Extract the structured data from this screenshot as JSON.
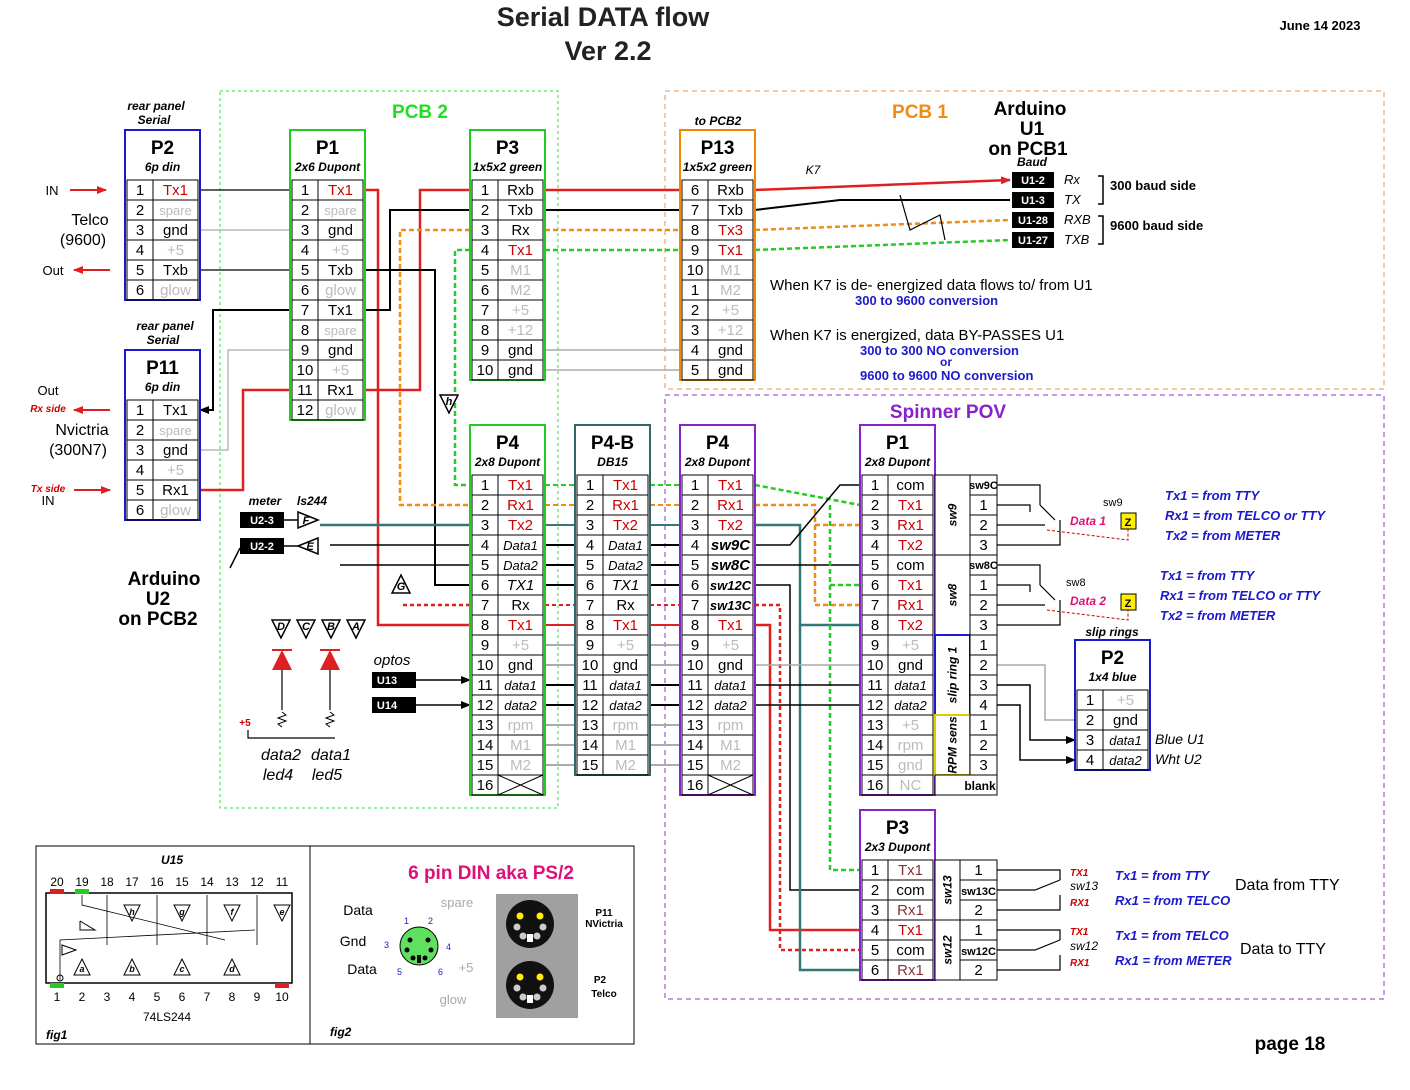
{
  "title_line1": "Serial DATA flow",
  "title_line2": "Ver 2.2",
  "date": "June 14 2023",
  "page": "page 18",
  "pcb2_label": "PCB 2",
  "pcb1_label": "PCB 1",
  "spinner_label": "Spinner POV",
  "arduino_u1": [
    "Arduino",
    "U1",
    "on PCB1"
  ],
  "arduino_u2": [
    "Arduino",
    "U2",
    "on PCB2"
  ],
  "baud_label": "Baud",
  "rear_panel_p2": [
    "rear panel",
    "Serial"
  ],
  "rear_panel_p11": [
    "rear panel",
    "Serial"
  ],
  "telco_label": [
    "Telco",
    "(9600)"
  ],
  "nvictria_label": [
    "Nvictria",
    "(300N7)"
  ],
  "in_label": "IN",
  "out_label": "Out",
  "rx_side": "Rx side",
  "tx_side": "Tx side",
  "k7_label": "K7",
  "to_pcb2": "to PCB2",
  "k7_note1": "When K7 is de- energized data flows to/ from  U1",
  "k7_note1b": "300 to 9600 conversion",
  "k7_note2": "When K7 is energized, data BY-PASSES U1",
  "k7_note2b": "300 to 300 NO conversion",
  "k7_note2c": "or",
  "k7_note2d": "9600 to 9600 NO conversion",
  "baud_300": "300 baud side",
  "baud_9600": "9600 baud side",
  "u1_pins": [
    {
      "label": "U1-2",
      "sig": "Rx"
    },
    {
      "label": "U1-3",
      "sig": "TX"
    },
    {
      "label": "U1-28",
      "sig": "RXB"
    },
    {
      "label": "U1-27",
      "sig": "TXB"
    }
  ],
  "u2_pins": [
    "U2-3",
    "U2-2"
  ],
  "meter": "meter",
  "ls244": "ls244",
  "optos": "optos",
  "u13": "U13",
  "u14": "U14",
  "led_labels": [
    "data2",
    "led4",
    "data1",
    "led5"
  ],
  "plus5": "+5",
  "connectors": [
    {
      "name": "P2",
      "sub": "6p din",
      "color": "#1a1acc",
      "pins": [
        {
          "n": "1",
          "s": "Tx1",
          "c": "#cc0000"
        },
        {
          "n": "2",
          "s": "spare",
          "c": "#bbbbbb"
        },
        {
          "n": "3",
          "s": "gnd",
          "c": "#000000"
        },
        {
          "n": "4",
          "s": "+5",
          "c": "#bbbbbb"
        },
        {
          "n": "5",
          "s": "Txb",
          "c": "#000000"
        },
        {
          "n": "6",
          "s": "glow",
          "c": "#bbbbbb"
        }
      ]
    },
    {
      "name": "P11",
      "sub": "6p din",
      "color": "#1a1acc",
      "pins": [
        {
          "n": "1",
          "s": "Tx1",
          "c": "#000000"
        },
        {
          "n": "2",
          "s": "spare",
          "c": "#bbbbbb"
        },
        {
          "n": "3",
          "s": "gnd",
          "c": "#000000"
        },
        {
          "n": "4",
          "s": "+5",
          "c": "#bbbbbb"
        },
        {
          "n": "5",
          "s": "Rx1",
          "c": "#000000"
        },
        {
          "n": "6",
          "s": "glow",
          "c": "#bbbbbb"
        }
      ]
    },
    {
      "name": "P1",
      "sub": "2x6 Dupont",
      "color": "#22cc22",
      "pins": [
        {
          "n": "1",
          "s": "Tx1",
          "c": "#cc0000"
        },
        {
          "n": "2",
          "s": "spare",
          "c": "#bbbbbb"
        },
        {
          "n": "3",
          "s": "gnd",
          "c": "#000000"
        },
        {
          "n": "4",
          "s": "+5",
          "c": "#bbbbbb"
        },
        {
          "n": "5",
          "s": "Txb",
          "c": "#000000"
        },
        {
          "n": "6",
          "s": "glow",
          "c": "#bbbbbb"
        },
        {
          "n": "7",
          "s": "Tx1",
          "c": "#000000"
        },
        {
          "n": "8",
          "s": "spare",
          "c": "#bbbbbb"
        },
        {
          "n": "9",
          "s": "gnd",
          "c": "#000000"
        },
        {
          "n": "10",
          "s": "+5",
          "c": "#bbbbbb"
        },
        {
          "n": "11",
          "s": "Rx1",
          "c": "#000000"
        },
        {
          "n": "12",
          "s": "glow",
          "c": "#bbbbbb"
        }
      ]
    },
    {
      "name": "P3",
      "sub": "1x5x2 green",
      "color": "#22cc22",
      "pins": [
        {
          "n": "1",
          "s": "Rxb",
          "c": "#000000"
        },
        {
          "n": "2",
          "s": "Txb",
          "c": "#000000"
        },
        {
          "n": "3",
          "s": "Rx",
          "c": "#000000"
        },
        {
          "n": "4",
          "s": "Tx1",
          "c": "#cc0000"
        },
        {
          "n": "5",
          "s": "M1",
          "c": "#bbbbbb"
        },
        {
          "n": "6",
          "s": "M2",
          "c": "#bbbbbb"
        },
        {
          "n": "7",
          "s": "+5",
          "c": "#bbbbbb"
        },
        {
          "n": "8",
          "s": "+12",
          "c": "#bbbbbb"
        },
        {
          "n": "9",
          "s": "gnd",
          "c": "#000000"
        },
        {
          "n": "10",
          "s": "gnd",
          "c": "#000000"
        }
      ]
    },
    {
      "name": "P13",
      "sub": "1x5x2 green",
      "color": "#ee8800",
      "pins": [
        {
          "n": "6",
          "s": "Rxb",
          "c": "#000000"
        },
        {
          "n": "7",
          "s": "Txb",
          "c": "#000000"
        },
        {
          "n": "8",
          "s": "Tx3",
          "c": "#cc0000"
        },
        {
          "n": "9",
          "s": "Tx1",
          "c": "#cc0000"
        },
        {
          "n": "10",
          "s": "M1",
          "c": "#bbbbbb"
        },
        {
          "n": "1",
          "s": "M2",
          "c": "#bbbbbb"
        },
        {
          "n": "2",
          "s": "+5",
          "c": "#bbbbbb"
        },
        {
          "n": "3",
          "s": "+12",
          "c": "#bbbbbb"
        },
        {
          "n": "4",
          "s": "gnd",
          "c": "#000000"
        },
        {
          "n": "5",
          "s": "gnd",
          "c": "#000000"
        }
      ]
    },
    {
      "name": "P4",
      "sub": "2x8 Dupont",
      "color": "#22cc22",
      "pins": [
        {
          "n": "1",
          "s": "Tx1",
          "c": "#cc0000"
        },
        {
          "n": "2",
          "s": "Rx1",
          "c": "#cc0000"
        },
        {
          "n": "3",
          "s": "Tx2",
          "c": "#cc0000"
        },
        {
          "n": "4",
          "s": "Data1",
          "c": "#000000"
        },
        {
          "n": "5",
          "s": "Data2",
          "c": "#000000"
        },
        {
          "n": "6",
          "s": "TX1",
          "c": "#000000"
        },
        {
          "n": "7",
          "s": "Rx",
          "c": "#000000"
        },
        {
          "n": "8",
          "s": "Tx1",
          "c": "#cc0000"
        },
        {
          "n": "9",
          "s": "+5",
          "c": "#bbbbbb"
        },
        {
          "n": "10",
          "s": "gnd",
          "c": "#000000"
        },
        {
          "n": "11",
          "s": "data1",
          "c": "#000000"
        },
        {
          "n": "12",
          "s": "data2",
          "c": "#000000"
        },
        {
          "n": "13",
          "s": "rpm",
          "c": "#bbbbbb"
        },
        {
          "n": "14",
          "s": "M1",
          "c": "#bbbbbb"
        },
        {
          "n": "15",
          "s": "M2",
          "c": "#bbbbbb"
        },
        {
          "n": "16",
          "s": "",
          "c": "#000000"
        }
      ]
    },
    {
      "name": "P4-B",
      "sub": "DB15",
      "color": "#336666",
      "pins": [
        {
          "n": "1",
          "s": "Tx1",
          "c": "#cc0000"
        },
        {
          "n": "2",
          "s": "Rx1",
          "c": "#cc0000"
        },
        {
          "n": "3",
          "s": "Tx2",
          "c": "#cc0000"
        },
        {
          "n": "4",
          "s": "Data1",
          "c": "#000000"
        },
        {
          "n": "5",
          "s": "Data2",
          "c": "#000000"
        },
        {
          "n": "6",
          "s": "TX1",
          "c": "#000000"
        },
        {
          "n": "7",
          "s": "Rx",
          "c": "#000000"
        },
        {
          "n": "8",
          "s": "Tx1",
          "c": "#cc0000"
        },
        {
          "n": "9",
          "s": "+5",
          "c": "#bbbbbb"
        },
        {
          "n": "10",
          "s": "gnd",
          "c": "#000000"
        },
        {
          "n": "11",
          "s": "data1",
          "c": "#000000"
        },
        {
          "n": "12",
          "s": "data2",
          "c": "#000000"
        },
        {
          "n": "13",
          "s": "rpm",
          "c": "#bbbbbb"
        },
        {
          "n": "14",
          "s": "M1",
          "c": "#bbbbbb"
        },
        {
          "n": "15",
          "s": "M2",
          "c": "#bbbbbb"
        }
      ]
    },
    {
      "name": "P4",
      "sub": "2x8 Dupont",
      "color": "#8822cc",
      "pins": [
        {
          "n": "1",
          "s": "Tx1",
          "c": "#cc0000"
        },
        {
          "n": "2",
          "s": "Rx1",
          "c": "#cc0000"
        },
        {
          "n": "3",
          "s": "Tx2",
          "c": "#cc0000"
        },
        {
          "n": "4",
          "s": "sw9C",
          "c": "#000000"
        },
        {
          "n": "5",
          "s": "sw8C",
          "c": "#000000"
        },
        {
          "n": "6",
          "s": "sw12C",
          "c": "#000000"
        },
        {
          "n": "7",
          "s": "sw13C",
          "c": "#000000"
        },
        {
          "n": "8",
          "s": "Tx1",
          "c": "#cc0000"
        },
        {
          "n": "9",
          "s": "+5",
          "c": "#bbbbbb"
        },
        {
          "n": "10",
          "s": "gnd",
          "c": "#000000"
        },
        {
          "n": "11",
          "s": "data1",
          "c": "#000000"
        },
        {
          "n": "12",
          "s": "data2",
          "c": "#000000"
        },
        {
          "n": "13",
          "s": "rpm",
          "c": "#bbbbbb"
        },
        {
          "n": "14",
          "s": "M1",
          "c": "#bbbbbb"
        },
        {
          "n": "15",
          "s": "M2",
          "c": "#bbbbbb"
        },
        {
          "n": "16",
          "s": "",
          "c": "#000000"
        }
      ]
    },
    {
      "name": "P1",
      "sub": "2x8 Dupont",
      "color": "#8822cc",
      "pins": [
        {
          "n": "1",
          "s": "com",
          "c": "#000000"
        },
        {
          "n": "2",
          "s": "Tx1",
          "c": "#cc0000"
        },
        {
          "n": "3",
          "s": "Rx1",
          "c": "#cc0000"
        },
        {
          "n": "4",
          "s": "Tx2",
          "c": "#cc0000"
        },
        {
          "n": "5",
          "s": "com",
          "c": "#000000"
        },
        {
          "n": "6",
          "s": "Tx1",
          "c": "#cc0000"
        },
        {
          "n": "7",
          "s": "Rx1",
          "c": "#cc0000"
        },
        {
          "n": "8",
          "s": "Tx2",
          "c": "#cc0000"
        },
        {
          "n": "9",
          "s": "+5",
          "c": "#bbbbbb"
        },
        {
          "n": "10",
          "s": "gnd",
          "c": "#000000"
        },
        {
          "n": "11",
          "s": "data1",
          "c": "#000000"
        },
        {
          "n": "12",
          "s": "data2",
          "c": "#000000"
        },
        {
          "n": "13",
          "s": "+5",
          "c": "#bbbbbb"
        },
        {
          "n": "14",
          "s": "rpm",
          "c": "#bbbbbb"
        },
        {
          "n": "15",
          "s": "gnd",
          "c": "#bbbbbb"
        },
        {
          "n": "16",
          "s": "NC",
          "c": "#bbbbbb"
        }
      ]
    },
    {
      "name": "P2",
      "sub": "1x4 blue",
      "color": "#1a1acc",
      "pins": [
        {
          "n": "1",
          "s": "+5",
          "c": "#bbbbbb"
        },
        {
          "n": "2",
          "s": "gnd",
          "c": "#000000"
        },
        {
          "n": "3",
          "s": "data1",
          "c": "#000000"
        },
        {
          "n": "4",
          "s": "data2",
          "c": "#000000"
        }
      ]
    },
    {
      "name": "P3",
      "sub": "2x3 Dupont",
      "color": "#8822cc",
      "pins": [
        {
          "n": "1",
          "s": "Tx1",
          "c": "#883333"
        },
        {
          "n": "2",
          "s": "com",
          "c": "#000000"
        },
        {
          "n": "3",
          "s": "Rx1",
          "c": "#883333"
        },
        {
          "n": "4",
          "s": "Tx1",
          "c": "#cc0000"
        },
        {
          "n": "5",
          "s": "com",
          "c": "#000000"
        },
        {
          "n": "6",
          "s": "Rx1",
          "c": "#883333"
        }
      ]
    }
  ],
  "sw9_label": "sw9",
  "sw8_label": "sw8",
  "sw9c": "sw9C",
  "sw8c": "sw8C",
  "slip_ring": "slip ring 1",
  "rpm_sens": "RPM sens",
  "blank": "blank",
  "slip_rings": "slip rings",
  "blue_u1": "Blue U1",
  "wht_u2": "Wht U2",
  "data1_mark": "Data 1",
  "data2_mark": "Data 2",
  "mark_z": "Z",
  "sw9_notes": [
    "Tx1 = from TTY",
    "Rx1 = from TELCO or TTY",
    "Tx2 = from METER"
  ],
  "sw8_notes": [
    "Tx1 = from TTY",
    "Rx1 = from TELCO or TTY",
    "Tx2 = from METER"
  ],
  "sw13_label": "sw13",
  "sw12_label": "sw12",
  "sw13c": "sw13C",
  "sw12c": "sw12C",
  "tx1_small": "TX1",
  "rx1_small": "RX1",
  "sw13_notes": [
    "Tx1 = from TTY",
    "Rx1 = from TELCO"
  ],
  "sw12_notes": [
    "Tx1 = from TELCO",
    "Rx1 = from METER"
  ],
  "data_from_tty": "Data from TTY",
  "data_to_tty": "Data to TTY",
  "u15": "U15",
  "ls244_part": "74LS244",
  "fig1": "fig1",
  "fig2": "fig2",
  "din_title": "6 pin DIN aka PS/2",
  "din_labels": {
    "data_top": "Data",
    "gnd": "Gnd",
    "data_bot": "Data",
    "spare": "spare",
    "plus5": "+5",
    "glow": "glow"
  },
  "din_p11": [
    "P11",
    "NVictria"
  ],
  "din_p2": [
    "P2",
    "Telco"
  ],
  "ic_top_pins": [
    "20",
    "19",
    "18",
    "17",
    "16",
    "15",
    "14",
    "13",
    "12",
    "11"
  ],
  "ic_bot_pins": [
    "1",
    "2",
    "3",
    "4",
    "5",
    "6",
    "7",
    "8",
    "9",
    "10"
  ],
  "gate_letters": [
    "h",
    "g",
    "f",
    "e",
    "a",
    "b",
    "c",
    "d"
  ],
  "colors": {
    "red": "#e02020",
    "orange": "#f08c14",
    "green": "#22cc22",
    "teal": "#337777",
    "purple": "#8822cc",
    "blue": "#1a1acc",
    "magenta": "#dd1177",
    "yellow": "#ffee00"
  }
}
